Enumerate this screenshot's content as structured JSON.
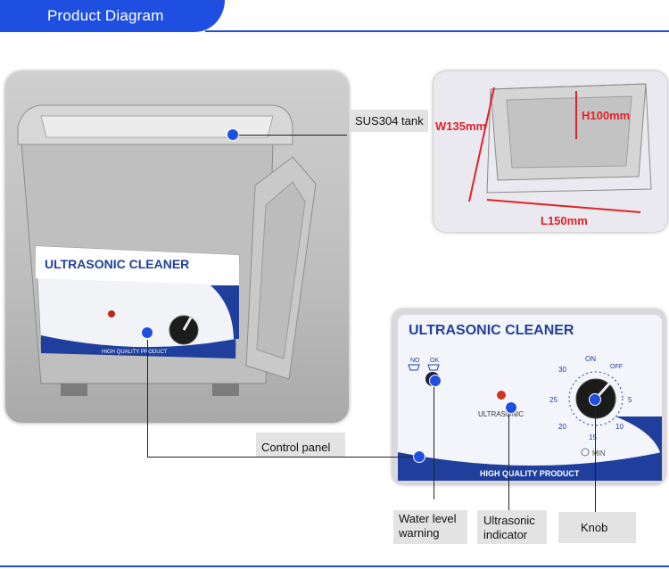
{
  "header": {
    "title": "Product Diagram"
  },
  "product": {
    "brand_label": "ULTRASONIC CLEANER",
    "footer_label": "HIGH QUALITY PRODUCT",
    "indicator_label": "ULTRASONIC",
    "timer_on": "ON",
    "timer_off": "OFF",
    "timer_min": "MIN",
    "timer_marks": [
      "30",
      "25",
      "20",
      "15",
      "10",
      "5"
    ],
    "water_level_marks": [
      "NO",
      "OK"
    ]
  },
  "dimensions": {
    "width": "W135mm",
    "height": "H100mm",
    "length": "L150mm"
  },
  "callouts": {
    "tank": "SUS304 tank",
    "control_panel": "Control panel",
    "water_level_line1": "Water level",
    "water_level_line2": "warning",
    "ultrasonic_line1": "Ultrasonic",
    "ultrasonic_line2": "indicator",
    "knob": "Knob"
  },
  "colors": {
    "accent": "#1f4fe0",
    "panel_blue": "#203f9c",
    "dimension_red": "#e0222b"
  }
}
